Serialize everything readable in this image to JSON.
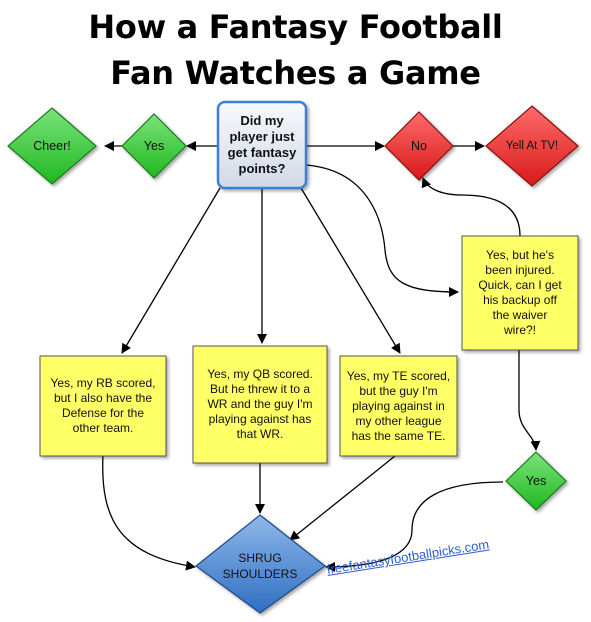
{
  "title": {
    "line1": "How a Fantasy Football",
    "line2": "Fan Watches a Game"
  },
  "nodes": {
    "start": "Did my\nplayer just\nget fantasy\npoints?",
    "yes_left": "Yes",
    "cheer": "Cheer!",
    "no": "No",
    "yell": "Yell At TV!",
    "injured": "Yes, but he's\nbeen injured.\nQuick, can I get\nhis backup off\nthe waiver\nwire?!",
    "rb": "Yes, my RB scored,\nbut I also have the\nDefense for the\nother team.",
    "qb": "Yes, my QB scored.\nBut he threw it to a\nWR and the guy I'm\nplaying against has\nthat WR.",
    "te": "Yes, my TE scored,\nbut the guy I'm\nplaying against in\nmy other league\nhas the same TE.",
    "yes_right": "Yes",
    "shrug": "SHRUG\nSHOULDERS"
  },
  "watermark": "freefantasyfootballpicks.com",
  "colors": {
    "green": "#33cc33",
    "red": "#e8262b",
    "yellow": "#ffff66",
    "blue": "#4a86cf",
    "start_fill": "#e6eaf2",
    "start_border": "#3d7fd6"
  }
}
